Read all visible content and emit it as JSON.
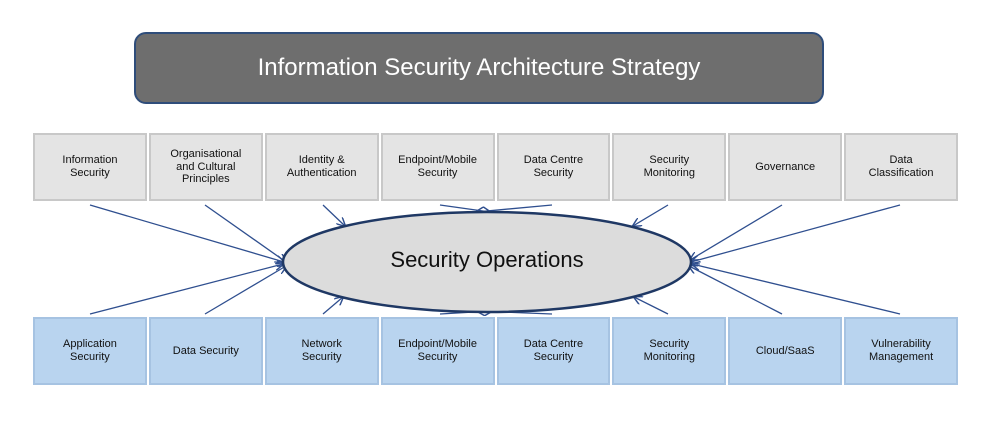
{
  "title": "Information  Security Architecture Strategy",
  "center": "Security Operations",
  "top_row": [
    "Information\nSecurity",
    "Organisational\nand  Cultural\nPrinciples",
    "Identity &\nAuthentication",
    "Endpoint/Mobile\nSecurity",
    "Data Centre\nSecurity",
    "Security\nMonitoring",
    "Governance",
    "Data\nClassification"
  ],
  "bottom_row": [
    "Application\nSecurity",
    "Data Security",
    "Network\nSecurity",
    "Endpoint/Mobile\nSecurity",
    "Data Centre\nSecurity",
    "Security\nMonitoring",
    "Cloud/SaaS",
    "Vulnerability\nManagement"
  ],
  "colors": {
    "title_fill": "#6e6e6e",
    "title_border": "#2f4d7a",
    "top_fill": "#e4e4e4",
    "bottom_fill": "#b9d4ef",
    "ellipse_fill": "#dcdcdc",
    "ellipse_border": "#1f3864",
    "arrow": "#2f4f8f"
  }
}
